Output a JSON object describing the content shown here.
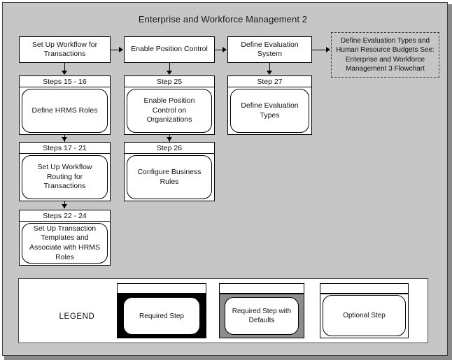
{
  "diagram": {
    "title": "Enterprise and Workforce Management 2",
    "background_color": "#c6c6c6",
    "frame_border_color": "#3d3d3d"
  },
  "top_row": [
    {
      "label": "Set Up Workflow for Transactions"
    },
    {
      "label": "Enable Position Control"
    },
    {
      "label": "Define Evaluation System"
    }
  ],
  "reference_box": {
    "label": "Define Evaluation Types and Human Resource Budgets See: Enterprise and Workforce Management 3 Flowchart",
    "style": "dashed"
  },
  "columns": [
    {
      "name": "workflow-column",
      "steps": [
        {
          "header": "Steps 15 - 16",
          "label": "Define HRMS Roles"
        },
        {
          "header": "Steps 17 - 21",
          "label": "Set Up Workflow Routing for Transactions"
        },
        {
          "header": "Steps 22 - 24",
          "label": "Set Up Transaction Templates and Associate with HRMS Roles"
        }
      ]
    },
    {
      "name": "position-control-column",
      "steps": [
        {
          "header": "Step 25",
          "label": "Enable Position Control on Organizations"
        },
        {
          "header": "Step 26",
          "label": "Configure Business Rules"
        }
      ]
    },
    {
      "name": "evaluation-column",
      "steps": [
        {
          "header": "Step 27",
          "label": "Define Evaluation Types"
        }
      ]
    }
  ],
  "legend": {
    "title": "LEGEND",
    "items": [
      {
        "label": "Required Step",
        "style": "required",
        "fill": "#000000"
      },
      {
        "label": "Required Step with Defaults",
        "style": "required-with-defaults",
        "fill": "#8c8c8c"
      },
      {
        "label": "Optional Step",
        "style": "optional",
        "fill": "#ffffff"
      }
    ]
  }
}
